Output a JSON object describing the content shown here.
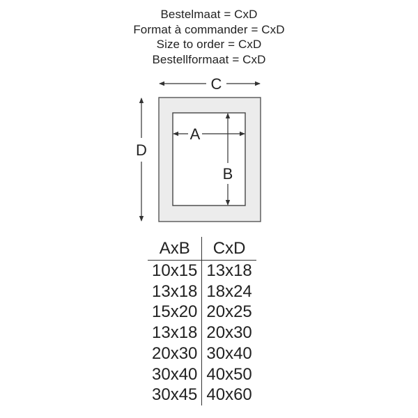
{
  "headings": [
    "Bestelmaat = CxD",
    "Format à commander = CxD",
    "Size to order = CxD",
    "Bestellformaat = CxD"
  ],
  "diagram": {
    "labels": {
      "c": "C",
      "d": "D",
      "a": "A",
      "b": "B"
    },
    "colors": {
      "mat": "#ececec",
      "border": "#555555",
      "arrow": "#333333"
    }
  },
  "table": {
    "headers": {
      "opening": "AxB",
      "outer": "CxD"
    },
    "rows": [
      {
        "opening": "10x15",
        "outer": "13x18"
      },
      {
        "opening": "13x18",
        "outer": "18x24"
      },
      {
        "opening": "15x20",
        "outer": "20x25"
      },
      {
        "opening": "13x18",
        "outer": "20x30"
      },
      {
        "opening": "20x30",
        "outer": "30x40"
      },
      {
        "opening": "30x40",
        "outer": "40x50"
      },
      {
        "opening": "30x45",
        "outer": "40x60"
      }
    ]
  }
}
